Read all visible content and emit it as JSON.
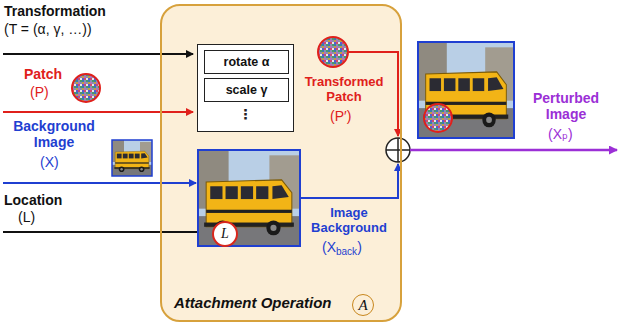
{
  "diagram": {
    "nodes": [
      {
        "text": [
          "Attachment Operation"
        ]
      },
      {
        "text": [
          "⋮"
        ],
        "in": 0
      },
      {
        "text": [
          "rotate α"
        ],
        "in": 1
      },
      {
        "text": [
          "scale γ"
        ],
        "in": 1
      },
      {
        "text": [
          "L"
        ],
        "in": 0
      },
      {
        "text": [
          "A"
        ],
        "in": 0
      }
    ],
    "labels": [
      "Transformation",
      "(T = (α, γ, …))",
      "Patch",
      "(P)",
      "Background Image",
      "(X)",
      "Location",
      "(L)",
      "Transformed Patch",
      "(P′)",
      "Image Background",
      "(X",
      "back",
      ")",
      "Perturbed Image",
      "(Xₚ)"
    ]
  }
}
